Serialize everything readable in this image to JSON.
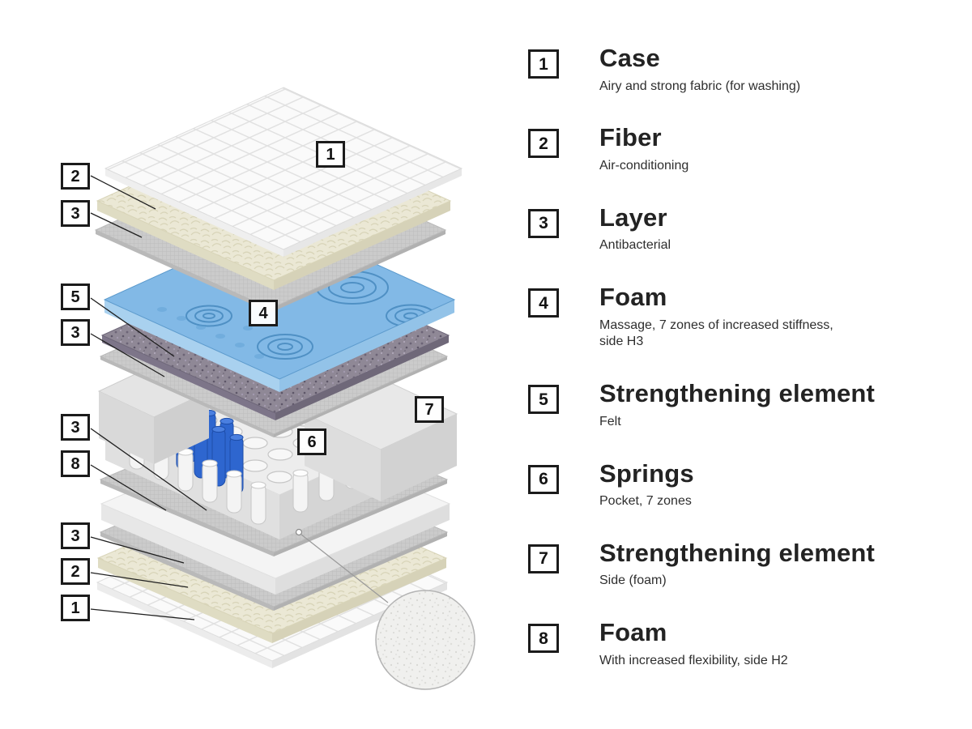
{
  "colors": {
    "foam_blue": "#82b9e6",
    "spring_blue": "#2e66cf",
    "outline": "#1b1b1b"
  },
  "diagram": {
    "side_labels": [
      "2",
      "3",
      "5",
      "3",
      "3",
      "8",
      "3",
      "2",
      "1"
    ],
    "layer_labels": [
      "1",
      "4",
      "7",
      "6"
    ]
  },
  "legend": {
    "items": [
      {
        "num": "1",
        "title": "Case",
        "desc": "Airy and strong fabric (for washing)"
      },
      {
        "num": "2",
        "title": "Fiber",
        "desc": "Air-conditioning"
      },
      {
        "num": "3",
        "title": "Layer",
        "desc": "Antibacterial"
      },
      {
        "num": "4",
        "title": "Foam",
        "desc": "Massage, 7 zones of increased stiffness, side H3"
      },
      {
        "num": "5",
        "title": "Strengthening element",
        "desc": "Felt"
      },
      {
        "num": "6",
        "title": "Springs",
        "desc": "Pocket, 7 zones"
      },
      {
        "num": "7",
        "title": "Strengthening element",
        "desc": "Side (foam)"
      },
      {
        "num": "8",
        "title": "Foam",
        "desc": "With increased flexibility, side H2"
      }
    ]
  }
}
